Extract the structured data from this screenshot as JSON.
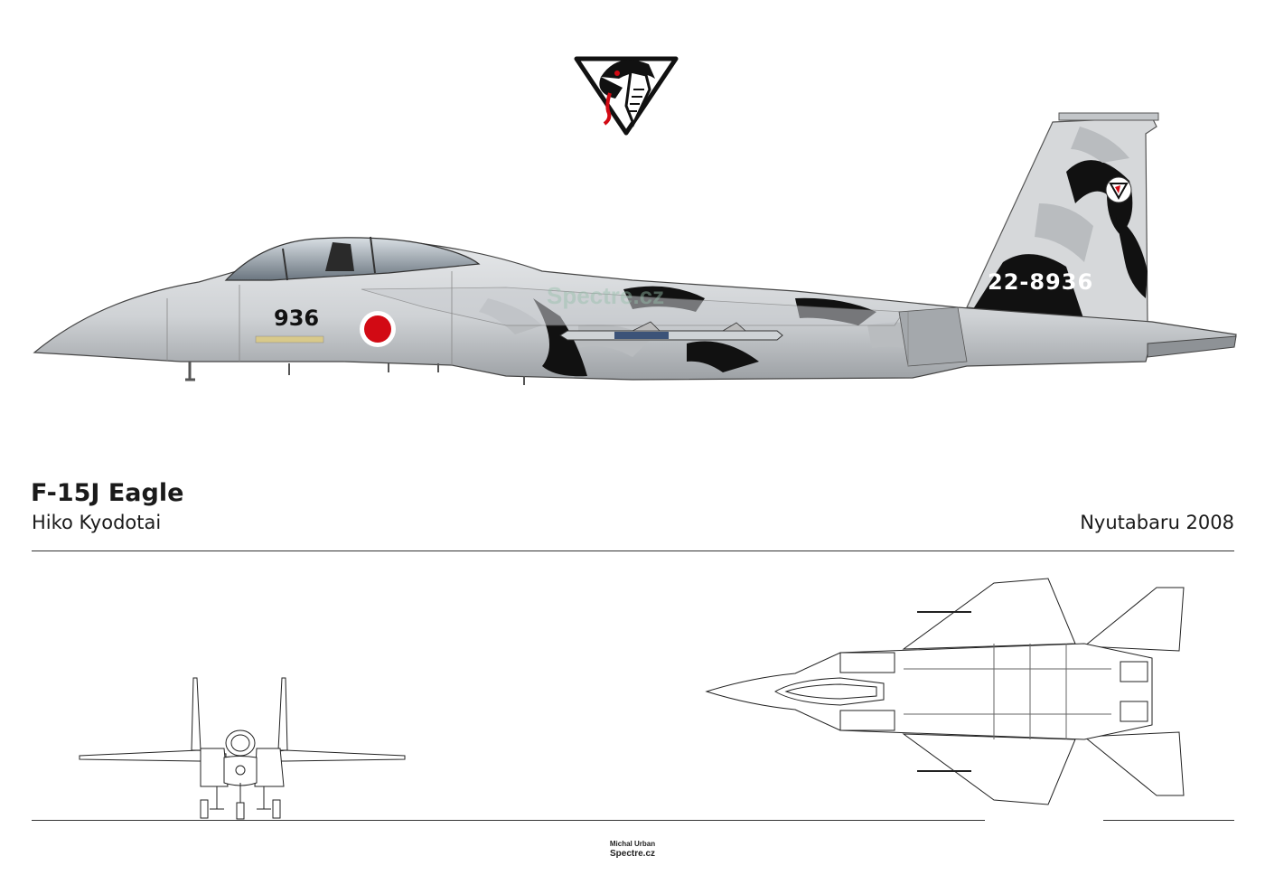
{
  "aircraft": {
    "title": "F-15J Eagle",
    "unit": "Hiko Kyodotai",
    "location_year": "Nyutabaru 2008",
    "nose_number": "936",
    "tail_serial": "22-8936",
    "watermark": "Spectre.cz"
  },
  "credits": {
    "author": "Michal Urban",
    "site": "Spectre.cz"
  },
  "emblem": {
    "name": "cobra-squadron-emblem"
  },
  "colors": {
    "camo_light": "#d6d8da",
    "camo_mid": "#b9bcbf",
    "camo_dark": "#111111",
    "hinomaru_red": "#d20a14",
    "line": "#333333"
  }
}
